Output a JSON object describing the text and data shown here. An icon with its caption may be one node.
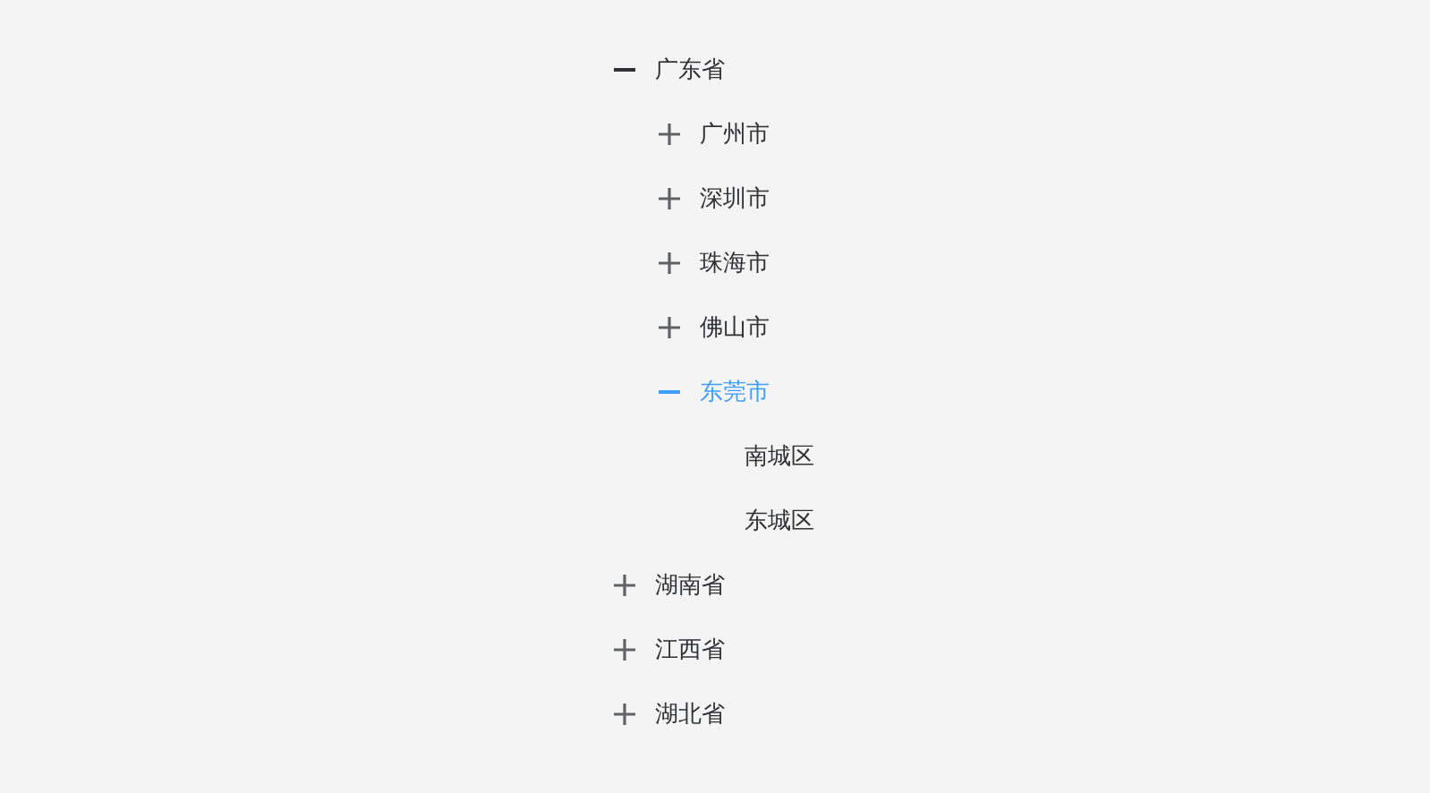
{
  "diagram": {
    "labels": [
      "广东省",
      "广州市",
      "深圳市",
      "珠海市",
      "佛山市",
      "东莞市",
      "南城区",
      "东城区",
      "湖南省",
      "江西省",
      "湖北省"
    ]
  }
}
